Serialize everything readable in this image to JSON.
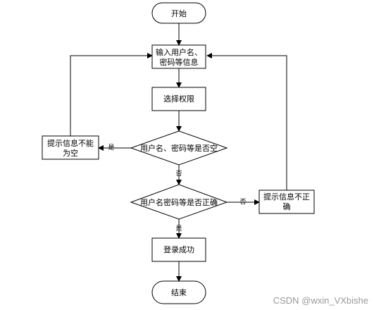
{
  "nodes": {
    "start": {
      "label": "开始"
    },
    "input": {
      "lines": [
        "输入用户名、",
        "密码等信息"
      ]
    },
    "select": {
      "label": "选择权限"
    },
    "check_empty": {
      "label": "用户名、密码等是否空"
    },
    "empty_msg": {
      "lines": [
        "提示信息不能",
        "为空"
      ]
    },
    "check_correct": {
      "label": "用户名密码等是否正确"
    },
    "wrong_msg": {
      "lines": [
        "提示信息不正",
        "确"
      ]
    },
    "success": {
      "label": "登录成功"
    },
    "end": {
      "label": "结束"
    }
  },
  "edges": {
    "empty_yes": "是",
    "empty_no": "否",
    "correct_no": "否",
    "correct_yes": "是"
  },
  "watermark": "CSDN @wxin_VXbishe",
  "colors": {
    "stroke": "#000000",
    "background": "#ffffff",
    "watermark": "#9a9a9a"
  }
}
